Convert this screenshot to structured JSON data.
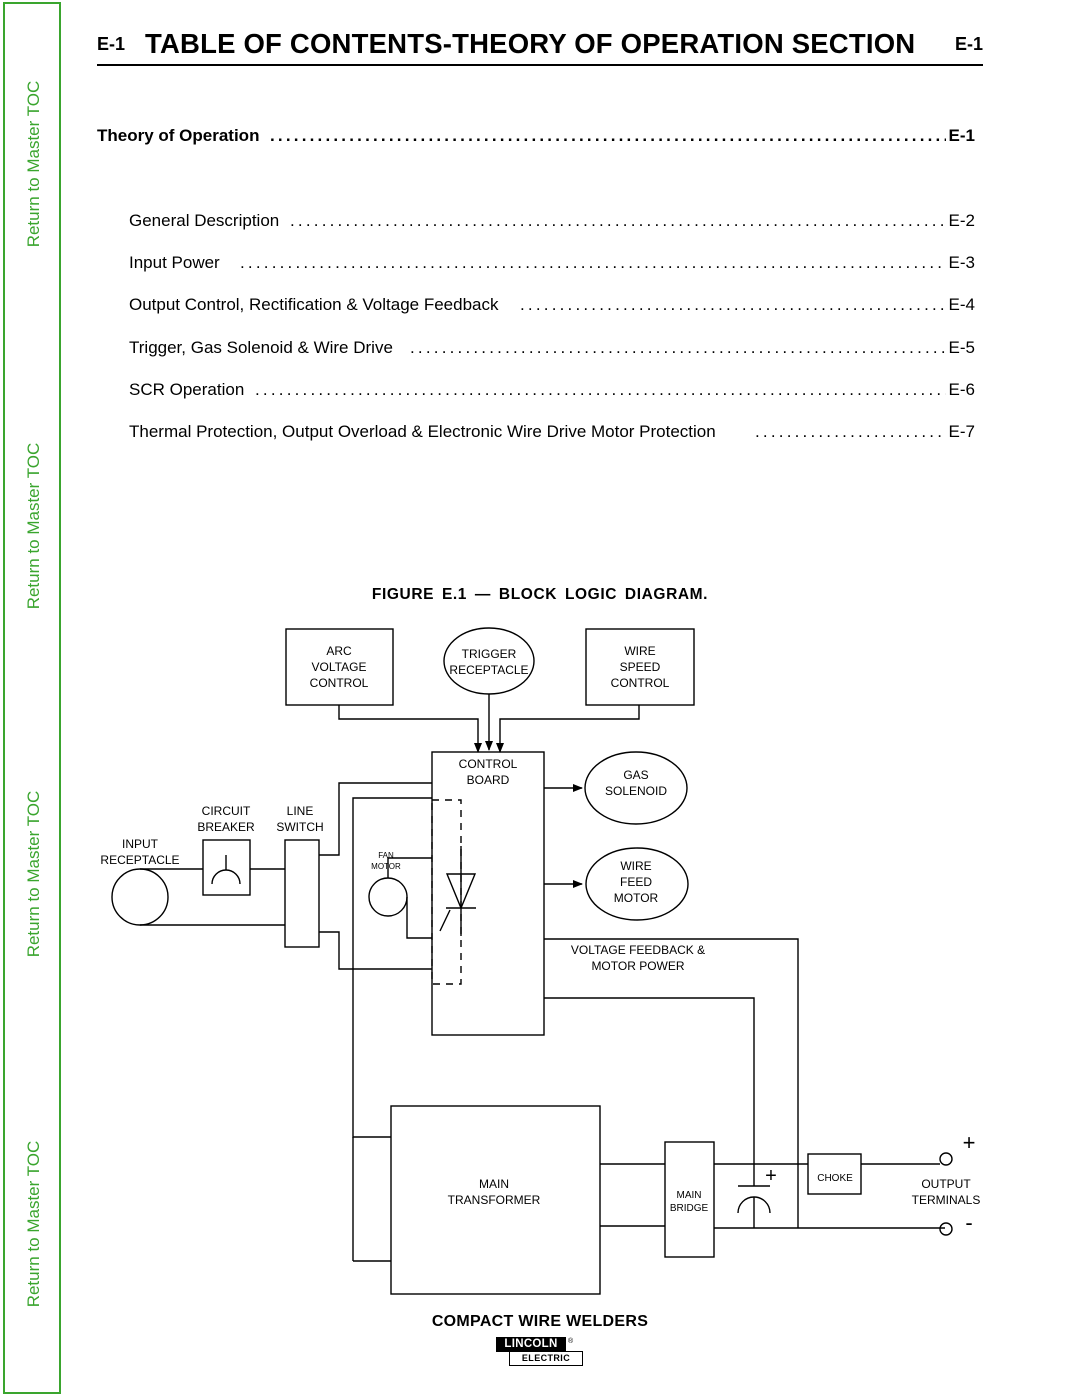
{
  "sidebar": {
    "links": [
      "Return to Master TOC",
      "Return to Master TOC",
      "Return to Master TOC",
      "Return to Master TOC"
    ],
    "color": "#3aa52e"
  },
  "header": {
    "code_left": "E-1",
    "title": "TABLE OF CONTENTS-THEORY OF OPERATION SECTION",
    "code_right": "E-1"
  },
  "toc": {
    "main": {
      "label": "Theory of Operation",
      "page": "E-1"
    },
    "items": [
      {
        "label": "General Description",
        "page": "E-2"
      },
      {
        "label": "Input Power",
        "page": "E-3"
      },
      {
        "label": "Output Control, Rectification & Voltage Feedback",
        "page": "E-4"
      },
      {
        "label": "Trigger, Gas Solenoid & Wire Drive",
        "page": "E-5"
      },
      {
        "label": "SCR Operation",
        "page": "E-6"
      },
      {
        "label": "Thermal Protection, Output Overload & Electronic Wire Drive Motor Protection",
        "page": "E-7"
      }
    ]
  },
  "figure": {
    "title": "FIGURE  E.1 — BLOCK  LOGIC  DIAGRAM.",
    "blocks": {
      "arc_voltage": [
        "ARC",
        "VOLTAGE",
        "CONTROL"
      ],
      "trigger": [
        "TRIGGER",
        "RECEPTACLE"
      ],
      "wire_speed": [
        "WIRE",
        "SPEED",
        "CONTROL"
      ],
      "control_board": [
        "CONTROL",
        "BOARD"
      ],
      "gas_solenoid": [
        "GAS",
        "SOLENOID"
      ],
      "wire_feed_motor": [
        "WIRE",
        "FEED",
        "MOTOR"
      ],
      "circuit_breaker": [
        "CIRCUIT",
        "BREAKER"
      ],
      "line_switch": [
        "LINE",
        "SWITCH"
      ],
      "input_receptacle": [
        "INPUT",
        "RECEPTACLE"
      ],
      "fan_motor": [
        "FAN",
        "MOTOR"
      ],
      "voltage_feedback": [
        "VOLTAGE FEEDBACK &",
        "MOTOR POWER"
      ],
      "main_transformer": [
        "MAIN",
        "TRANSFORMER"
      ],
      "main_bridge": [
        "MAIN",
        "BRIDGE"
      ],
      "choke": [
        "CHOKE"
      ],
      "output_terminals": [
        "OUTPUT",
        "TERMINALS"
      ],
      "plus": "+",
      "cap_plus": "+",
      "minus": "-"
    }
  },
  "footer": {
    "title": "COMPACT WIRE WELDERS",
    "logo_top": "LINCOLN",
    "logo_reg": "®",
    "logo_bottom": "ELECTRIC"
  }
}
